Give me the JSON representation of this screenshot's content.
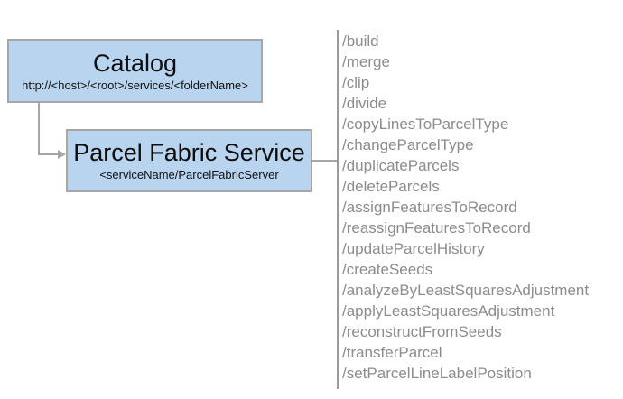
{
  "catalog_node": {
    "title": "Catalog",
    "subtitle": "http://<host>/<root>/services/<folderName>"
  },
  "service_node": {
    "title": "Parcel Fabric Service",
    "subtitle": "<serviceName/ParcelFabricServer"
  },
  "endpoints": [
    "/build",
    "/merge",
    "/clip",
    "/divide",
    "/copyLinesToParcelType",
    "/changeParcelType",
    "/duplicateParcels",
    "/deleteParcels",
    "/assignFeaturesToRecord",
    "/reassignFeaturesToRecord",
    "/updateParcelHistory",
    "/createSeeds",
    "/analyzeByLeastSquaresAdjustment",
    "/applyLeastSquaresAdjustment",
    "/reconstructFromSeeds",
    "/transferParcel",
    "/setParcelLineLabelPosition"
  ],
  "colors": {
    "node_fill": "#b9d4ee",
    "node_border": "#a6a6a6",
    "connector": "#a6a6a6",
    "divider": "#9b9b9b",
    "node_text": "#0d0d0d",
    "endpoint_text": "#8c8c8c",
    "background": "#ffffff"
  }
}
